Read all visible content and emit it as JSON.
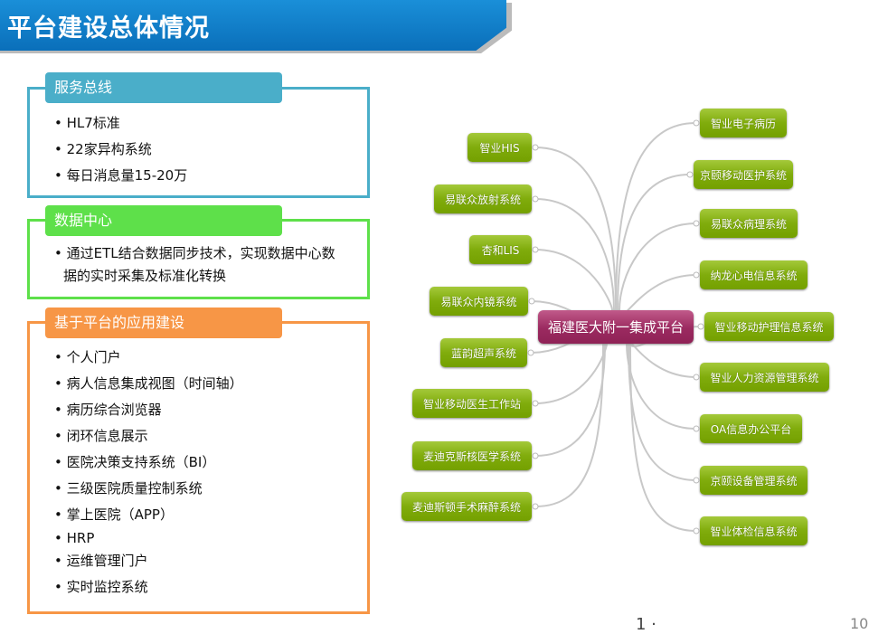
{
  "title": "平台建设总体情况",
  "panels": [
    {
      "header": "服务总线",
      "color": "#4aaec9",
      "items": [
        "HL7标准",
        "22家异构系统",
        "每日消息量15-20万"
      ]
    },
    {
      "header": "数据中心",
      "color": "#5ee04a",
      "items": [
        "通过ETL结合数据同步技术，实现数据中心数据的实时采集及标准化转换"
      ]
    },
    {
      "header": "基于平台的应用建设",
      "color": "#f79646",
      "items": [
        "个人门户",
        "病人信息集成视图（时间轴）",
        "病历综合浏览器",
        "闭环信息展示",
        "医院决策支持系统（BI）",
        "三级医院质量控制系统",
        "掌上医院（APP）",
        "HRP",
        "运维管理门户",
        "实时监控系统"
      ]
    }
  ],
  "diagram": {
    "center": "福建医大附一集成平台",
    "left_nodes": [
      "智业HIS",
      "易联众放射系统",
      "杏和LIS",
      "易联众内镜系统",
      "蓝韵超声系统",
      "智业移动医生工作站",
      "麦迪克斯核医学系统",
      "麦迪斯顿手术麻醉系统"
    ],
    "right_nodes": [
      "智业电子病历",
      "京颐移动医护系统",
      "易联众病理系统",
      "纳龙心电信息系统",
      "智业移动护理信息系统",
      "智业人力资源管理系统",
      "OA信息办公平台",
      "京颐设备管理系统",
      "智业体检信息系统"
    ]
  },
  "footer": {
    "mark": "1 ·",
    "page": "10"
  }
}
